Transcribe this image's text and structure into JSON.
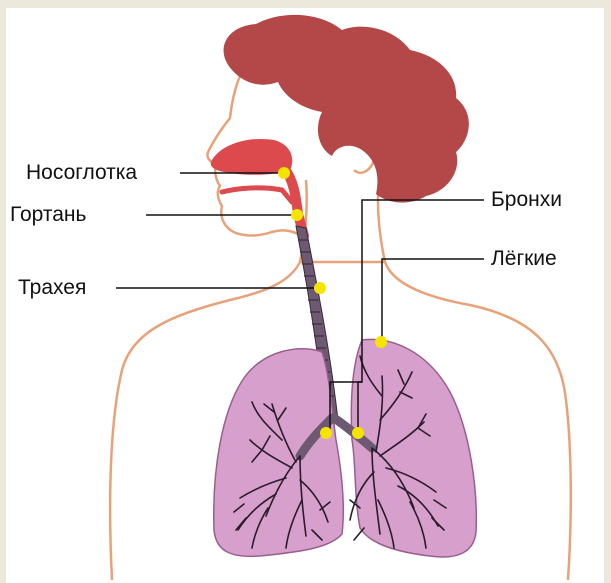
{
  "labels": {
    "nasopharynx": "Носоглотка",
    "larynx": "Гортань",
    "trachea": "Трахея",
    "bronchi": "Бронхи",
    "lungs": "Лёгкие"
  },
  "colors": {
    "hair": "#b44848",
    "skin_outline": "#e8a27a",
    "skin_fill": "#ffffff",
    "airway": "#dd4a4e",
    "trachea": "#6d5a72",
    "lung_fill": "#d7a0cc",
    "lung_tree": "#2a1c2a",
    "marker": "#f5e400",
    "leader": "#111111",
    "page_bg": "#ece8dc"
  }
}
